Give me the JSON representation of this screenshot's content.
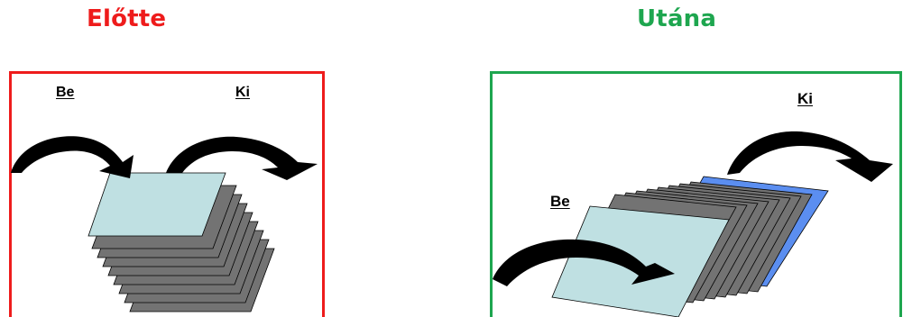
{
  "before": {
    "title": "Előtte",
    "in_label": "Be",
    "out_label": "Ki",
    "stack_count": 8
  },
  "after": {
    "title": "Utána",
    "in_label": "Be",
    "out_label": "Ki",
    "stack_count": 8
  },
  "colors": {
    "before_title": "#ee1c1c",
    "before_frame": "#ee1c1c",
    "after_title": "#1ea64f",
    "after_frame": "#1ea64f",
    "input_sheet": "#bfe0e2",
    "stack_sheet": "#737373",
    "output_sheet": "#5b8ef0",
    "arrow": "#000000"
  }
}
